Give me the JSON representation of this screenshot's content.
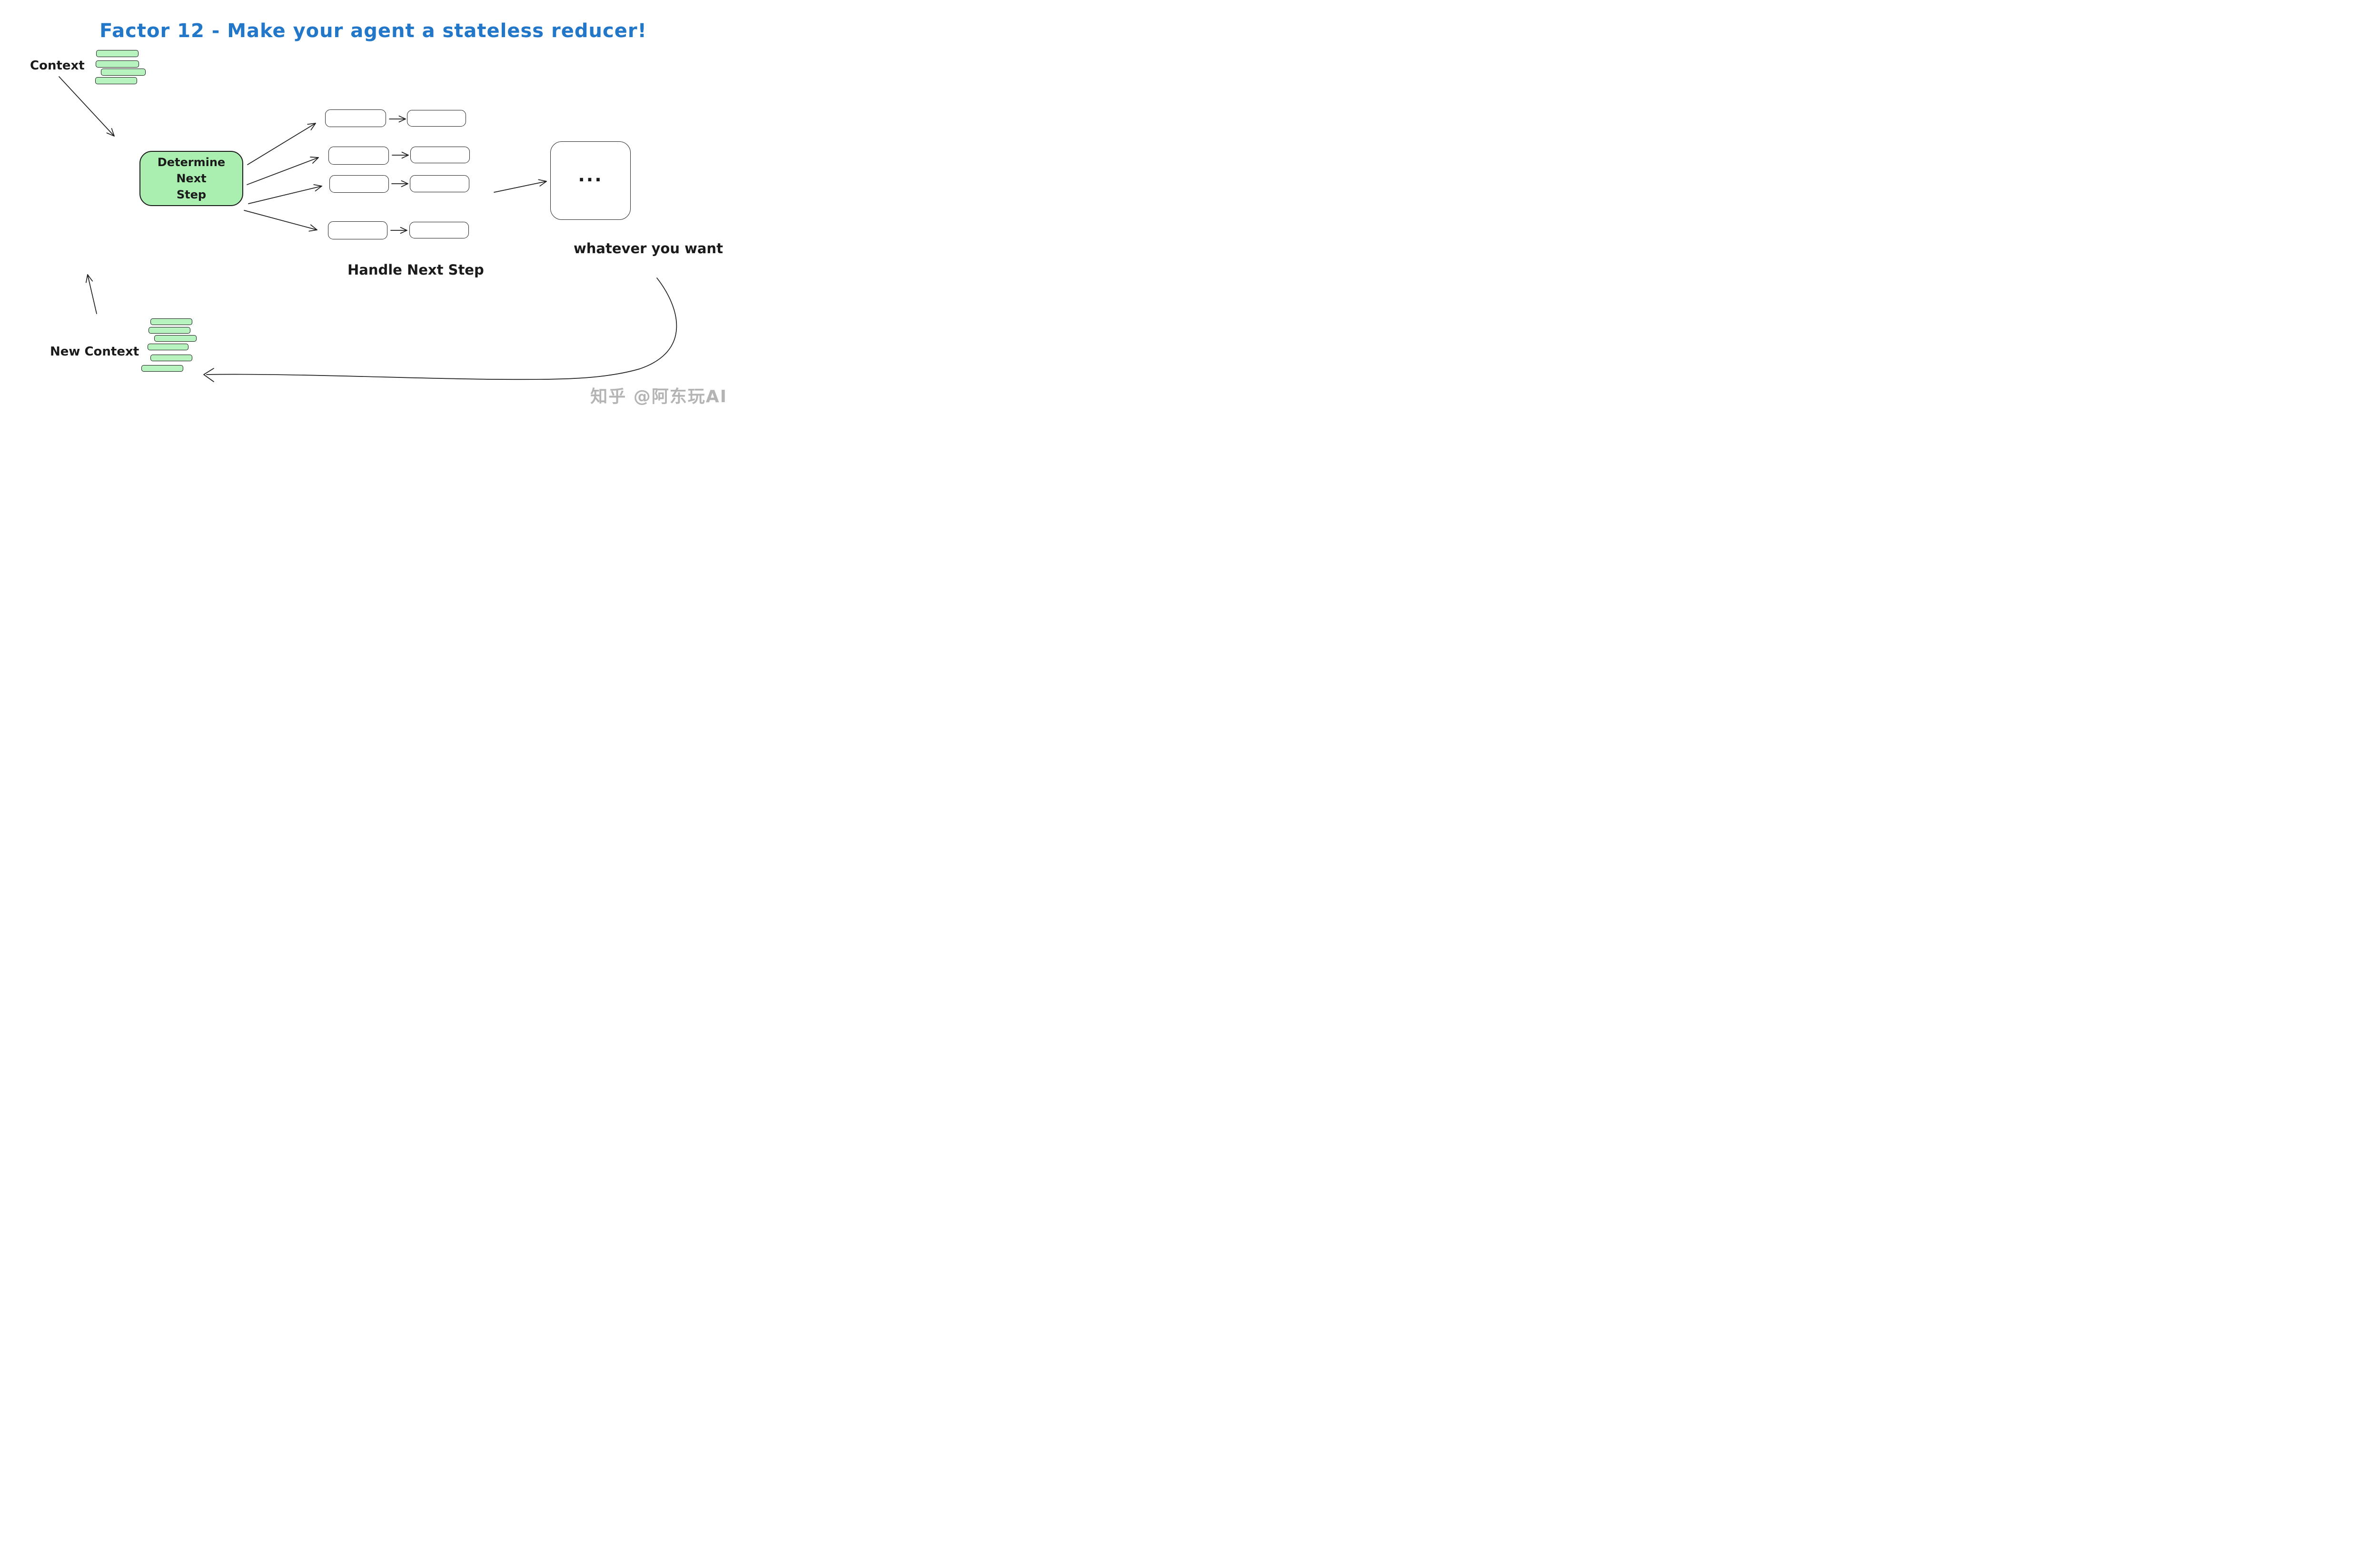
{
  "title": {
    "text": "Factor 12 - Make your agent a stateless reducer!"
  },
  "context": {
    "label": "Context"
  },
  "determine_box": {
    "lines": [
      "Determine",
      "Next",
      "Step"
    ]
  },
  "handle": {
    "label": "Handle Next Step"
  },
  "big_box": {
    "dots": "...",
    "caption": "whatever you want"
  },
  "new_context": {
    "label": "New Context"
  },
  "watermark": {
    "text": "知乎 @阿东玩AI"
  },
  "colors": {
    "title_blue": "#2277c8",
    "green_bar_fill": "#b7f3be",
    "green_box_fill": "#aaeeb0",
    "stroke": "#1e1e1e",
    "watermark_gray": "#b4b4b4",
    "background": "#ffffff"
  }
}
